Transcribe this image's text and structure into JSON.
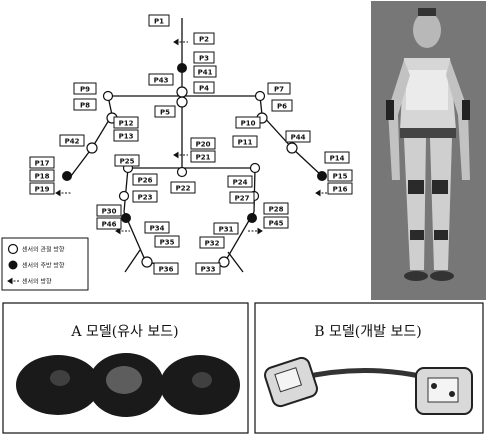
{
  "labels": [
    "P1",
    "P2",
    "P3",
    "P41",
    "P43",
    "P4",
    "P5",
    "P9",
    "P8",
    "P7",
    "P6",
    "P12",
    "P13",
    "P10",
    "P11",
    "P42",
    "P44",
    "P20",
    "P21",
    "P17",
    "P18",
    "P19",
    "P14",
    "P15",
    "P16",
    "P25",
    "P26",
    "P22",
    "P23",
    "P24",
    "P27",
    "P30",
    "P46",
    "P34",
    "P35",
    "P36",
    "P28",
    "P45",
    "P31",
    "P32",
    "P33"
  ],
  "legend": {
    "items": [
      "센서의 관절 방향",
      "센서의 주방 방향",
      "센서의 방향"
    ]
  },
  "panels": {
    "a_title": "A 모델(유사 보드)",
    "b_title": "B 모델(개발 보드)"
  }
}
